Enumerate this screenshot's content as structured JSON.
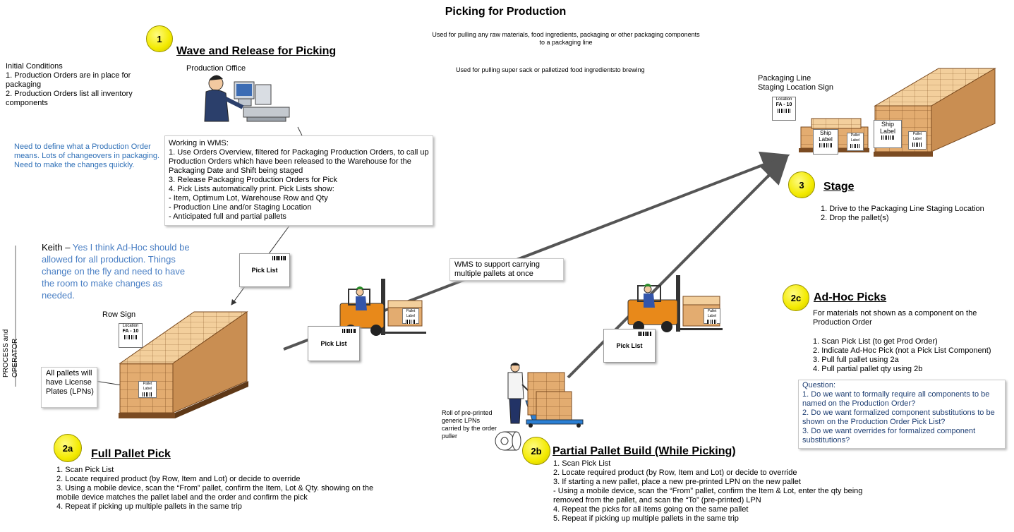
{
  "header": {
    "title": "Picking for Production",
    "subtitle_1": "Used for pulling any raw materials, food ingredients, packaging or other packaging components to a packaging line",
    "subtitle_2": "Used for pulling super sack or palletized food ingredientsto brewing"
  },
  "initial_conditions": "Initial Conditions\n1. Production Orders are in place for packaging\n2. Production Orders list all inventory components",
  "note_production_order": "Need to define what a Production Order means. Lots of changeovers in packaging. Need to make the changes quickly.",
  "keith_comment": {
    "name": "Keith – ",
    "text": "Yes I think Ad-Hoc should be allowed for all production. Things change on the fly and need to have the room to make changes as needed."
  },
  "side_label": "PROCESS and OPERATOR",
  "step1": {
    "number": "1",
    "heading": "Wave and Release for Picking",
    "office_label": "Production Office",
    "wms_text": "Working in WMS:\n1. Use Orders Overview, filtered for Packaging Production Orders, to call up Production Orders which have been released to the Warehouse for the Packaging Date and Shift being staged\n3. Release Packaging Production Orders for Pick\n4. Pick Lists automatically print.  Pick Lists show:\n - Item, Optimum Lot, Warehouse Row and Qty\n - Production Line and/or Staging Location\n - Anticipated full and partial pallets"
  },
  "pick_list_label": "Pick List",
  "row_sign": {
    "label": "Row Sign",
    "loc_title": "Location",
    "loc_code": "FA - 10"
  },
  "pallets_note": "All pallets will have License Plates (LPNs)",
  "pallet_label": "Pallet Label",
  "wms_support_note": "WMS to support carrying multiple pallets at once",
  "step3": {
    "number": "3",
    "heading": "Stage",
    "sign_label": "Packaging Line\nStaging Location Sign",
    "loc_title": "Location",
    "loc_code": "FA - 10",
    "ship_label": "Ship Label",
    "text": "1. Drive to the Packaging Line Staging Location\n2. Drop the pallet(s)"
  },
  "step2a": {
    "number": "2a",
    "heading": "Full Pallet Pick",
    "text": "1. Scan Pick List\n2. Locate required product (by Row, Item and Lot) or decide to override\n3. Using a mobile device, scan the “From” pallet, confirm the Item, Lot & Qty. showing on the mobile device matches the pallet label and the order and confirm the pick\n4. Repeat if picking up multiple pallets in the same trip"
  },
  "step2b": {
    "number": "2b",
    "heading": "Partial Pallet Build (While Picking)",
    "text": "1. Scan Pick List\n2. Locate required product (by Row, Item and Lot) or decide to override\n3. If starting a new pallet, place a new pre-printed LPN on the new pallet\n - Using a mobile device, scan the “From” pallet, confirm the Item & Lot, enter the qty being removed from the pallet, and scan the “To” (pre-printed) LPN\n4. Repeat the picks for all items going on the same pallet\n5. Repeat if picking up multiple pallets in the same trip"
  },
  "roll_note": "Roll of pre-printed generic LPNs carried by the order puller",
  "step2c": {
    "number": "2c",
    "heading": "Ad-Hoc Picks",
    "intro": "For materials not shown as a component on the Production Order",
    "text": "1. Scan Pick List (to get Prod Order)\n2. Indicate Ad-Hoc Pick (not a Pick List Component)\n3. Pull full pallet using 2a\n4. Pull partial pallet qty using 2b",
    "question": "Question:\n1. Do we want to formally require all components to be named on the Production Order?\n2. Do we want formalized component substitutions to be shown on the Production Order Pick List?\n3. Do we want overrides for formalized component substitutions?"
  },
  "colors": {
    "yellow_circle": "#f3ea00",
    "blue_note": "#2e6fb7",
    "navy_question": "#1f3f73",
    "box_brown": "#d9a066",
    "forklift_orange": "#e8891a"
  }
}
